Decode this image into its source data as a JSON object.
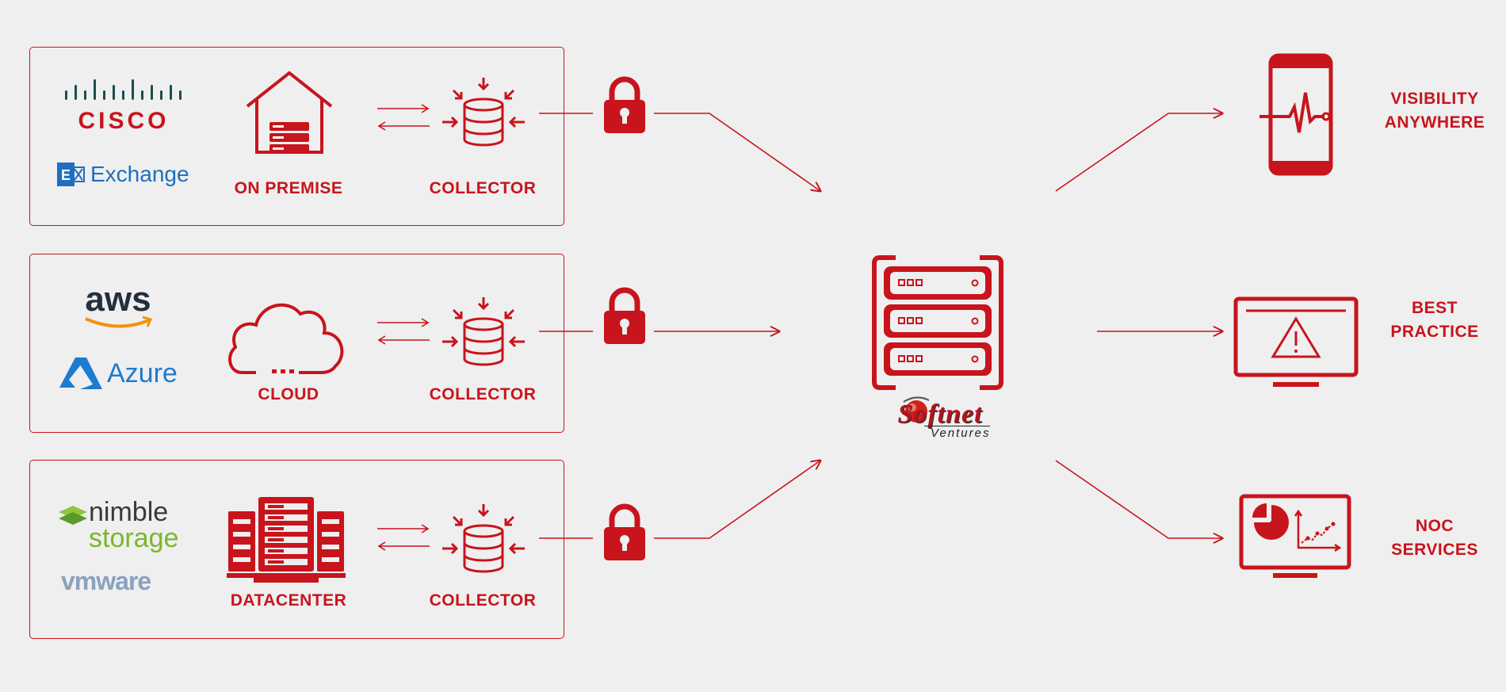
{
  "colors": {
    "accent": "#c8141c",
    "background": "#efefef"
  },
  "sources": [
    {
      "logos": [
        "CISCO",
        "Exchange"
      ],
      "icon": "house-server-icon",
      "label": "ON PREMISE",
      "collector": "COLLECTOR"
    },
    {
      "logos": [
        "aws",
        "Azure"
      ],
      "icon": "cloud-icon",
      "label": "CLOUD",
      "collector": "COLLECTOR"
    },
    {
      "logos": [
        "nimble",
        "storage",
        "vmware"
      ],
      "icon": "datacenter-icon",
      "label": "DATACENTER",
      "collector": "COLLECTOR"
    }
  ],
  "center": {
    "icon": "server-rack-icon",
    "brand_main": "Softnet",
    "brand_sub": "Ventures"
  },
  "outputs": [
    {
      "icon": "phone-heartbeat-icon",
      "line1": "VISIBILITY",
      "line2": "ANYWHERE"
    },
    {
      "icon": "monitor-warning-icon",
      "line1": "BEST",
      "line2": "PRACTICE"
    },
    {
      "icon": "monitor-chart-icon",
      "line1": "NOC",
      "line2": "SERVICES"
    }
  ]
}
